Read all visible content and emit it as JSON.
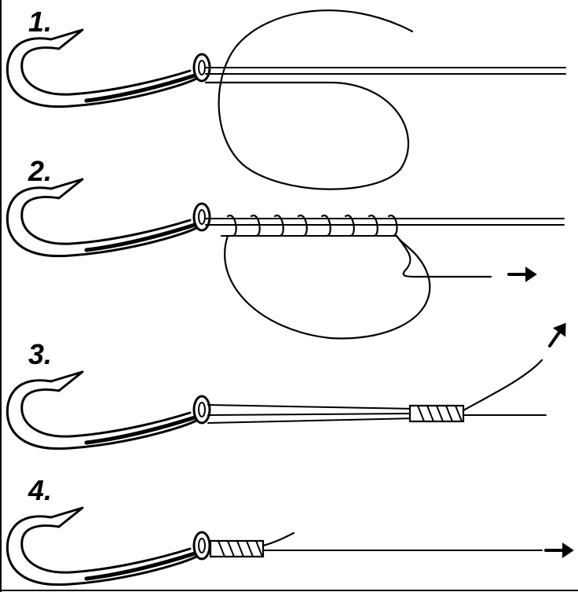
{
  "steps": [
    {
      "number": "1."
    },
    {
      "number": "2."
    },
    {
      "number": "3."
    },
    {
      "number": "4."
    }
  ],
  "colors": {
    "ink": "#000000",
    "background": "#ffffff"
  },
  "icons": [
    "fish-hook-icon",
    "line-coil-icon",
    "arrow-right-icon",
    "arrow-up-right-icon"
  ]
}
